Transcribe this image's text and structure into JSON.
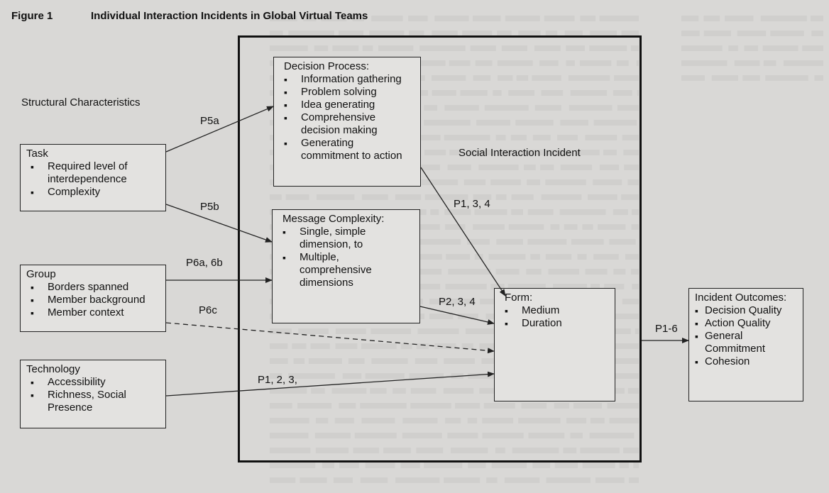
{
  "figure": {
    "label": "Figure 1",
    "title": "Individual Interaction Incidents in Global Virtual Teams"
  },
  "structural_label": "Structural Characteristics",
  "social_label": "Social Interaction Incident",
  "nodes": {
    "task": {
      "title": "Task",
      "items": [
        "Required level of interdependence",
        "Complexity"
      ]
    },
    "group": {
      "title": "Group",
      "items": [
        "Borders spanned",
        "Member background",
        "Member context"
      ]
    },
    "technology": {
      "title": "Technology",
      "items": [
        "Accessibility",
        "Richness, Social Presence"
      ]
    },
    "decision": {
      "title": "Decision Process:",
      "items": [
        "Information gathering",
        "Problem solving",
        "Idea generating",
        "Comprehensive decision making",
        "Generating commitment to action"
      ]
    },
    "message": {
      "title": "Message Complexity:",
      "items": [
        "Single, simple dimension, to",
        "Multiple, comprehensive dimensions"
      ]
    },
    "form": {
      "title": "Form:",
      "items": [
        "Medium",
        "Duration"
      ]
    },
    "outcomes": {
      "title": "Incident Outcomes:",
      "items": [
        "Decision Quality",
        "Action Quality",
        "General Commitment",
        "Cohesion"
      ]
    }
  },
  "edges": [
    {
      "from": "task",
      "to": "decision",
      "label": "P5a",
      "style": "solid"
    },
    {
      "from": "task",
      "to": "message",
      "label": "P5b",
      "style": "solid"
    },
    {
      "from": "group",
      "to": "message",
      "label": "P6a, 6b",
      "style": "solid"
    },
    {
      "from": "group",
      "to": "form",
      "label": "P6c",
      "style": "dashed"
    },
    {
      "from": "technology",
      "to": "form",
      "label": "P1, 2, 3,",
      "style": "solid"
    },
    {
      "from": "decision",
      "to": "form",
      "label": "P1, 3, 4",
      "style": "solid"
    },
    {
      "from": "message",
      "to": "form",
      "label": "P2, 3, 4",
      "style": "solid"
    },
    {
      "from": "form",
      "to": "outcomes",
      "label": "P1-6",
      "style": "solid"
    }
  ],
  "colors": {
    "background": "#d9d8d6",
    "box_fill": "#e3e2e0",
    "stroke": "#222222"
  }
}
